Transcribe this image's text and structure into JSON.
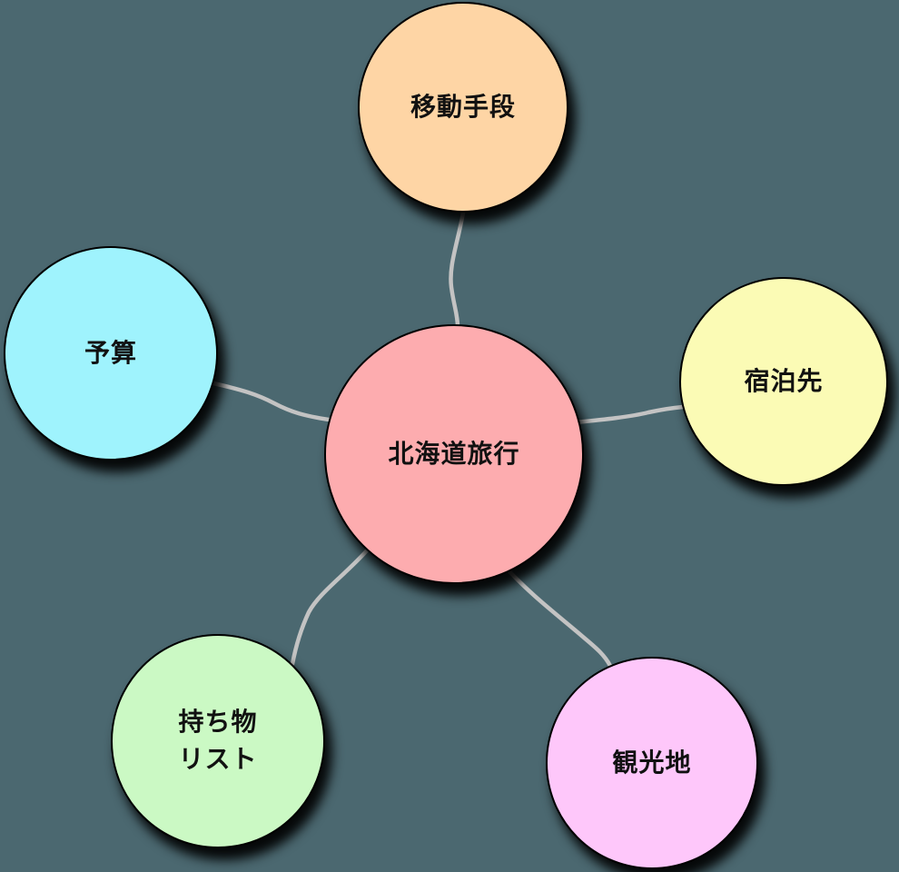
{
  "diagram": {
    "type": "mindmap",
    "background_color": "#4B6870",
    "connector_color": "#C3C3C3",
    "text_color": "#111111",
    "center": {
      "id": "hokkaido-trip",
      "label": "北海道旅行",
      "color": "#FDACAF"
    },
    "nodes": [
      {
        "id": "transportation",
        "label": "移動手段",
        "color": "#FED5A5",
        "position": "top"
      },
      {
        "id": "lodging",
        "label": "宿泊先",
        "color": "#FBFBB5",
        "position": "right"
      },
      {
        "id": "sightseeing",
        "label": "観光地",
        "color": "#FEC7FA",
        "position": "bottom-right"
      },
      {
        "id": "packing-list",
        "label": "持ち物リスト",
        "lines": [
          "持ち物",
          "リスト"
        ],
        "color": "#CBF9C4",
        "position": "bottom-left"
      },
      {
        "id": "budget",
        "label": "予算",
        "color": "#9FF3FD",
        "position": "left"
      }
    ],
    "connections": [
      {
        "from": "hokkaido-trip",
        "to": "transportation"
      },
      {
        "from": "hokkaido-trip",
        "to": "lodging"
      },
      {
        "from": "hokkaido-trip",
        "to": "sightseeing"
      },
      {
        "from": "hokkaido-trip",
        "to": "packing-list"
      },
      {
        "from": "hokkaido-trip",
        "to": "budget"
      }
    ]
  }
}
